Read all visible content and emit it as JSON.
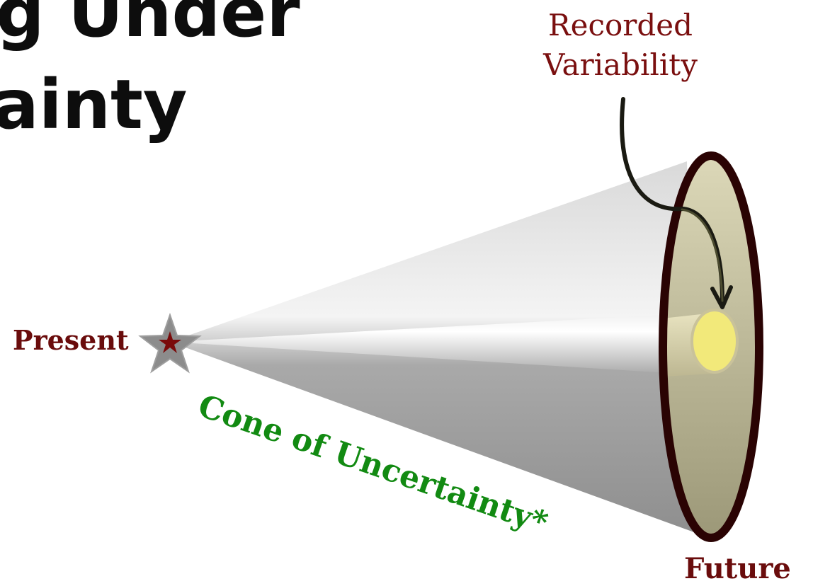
{
  "slide": {
    "title_line_1": "g Under",
    "title_line_2": "ainty"
  },
  "diagram": {
    "recorded_line_1": "Recorded",
    "recorded_line_2": "Variability",
    "present": "Present",
    "future": "Future",
    "cone": "Cone of Uncertainty*",
    "colors": {
      "label_red": "#7a0f0f",
      "cone_green": "#128a12",
      "ring_dark": "#2a0303",
      "inner_yellow": "#f2e97a"
    }
  }
}
